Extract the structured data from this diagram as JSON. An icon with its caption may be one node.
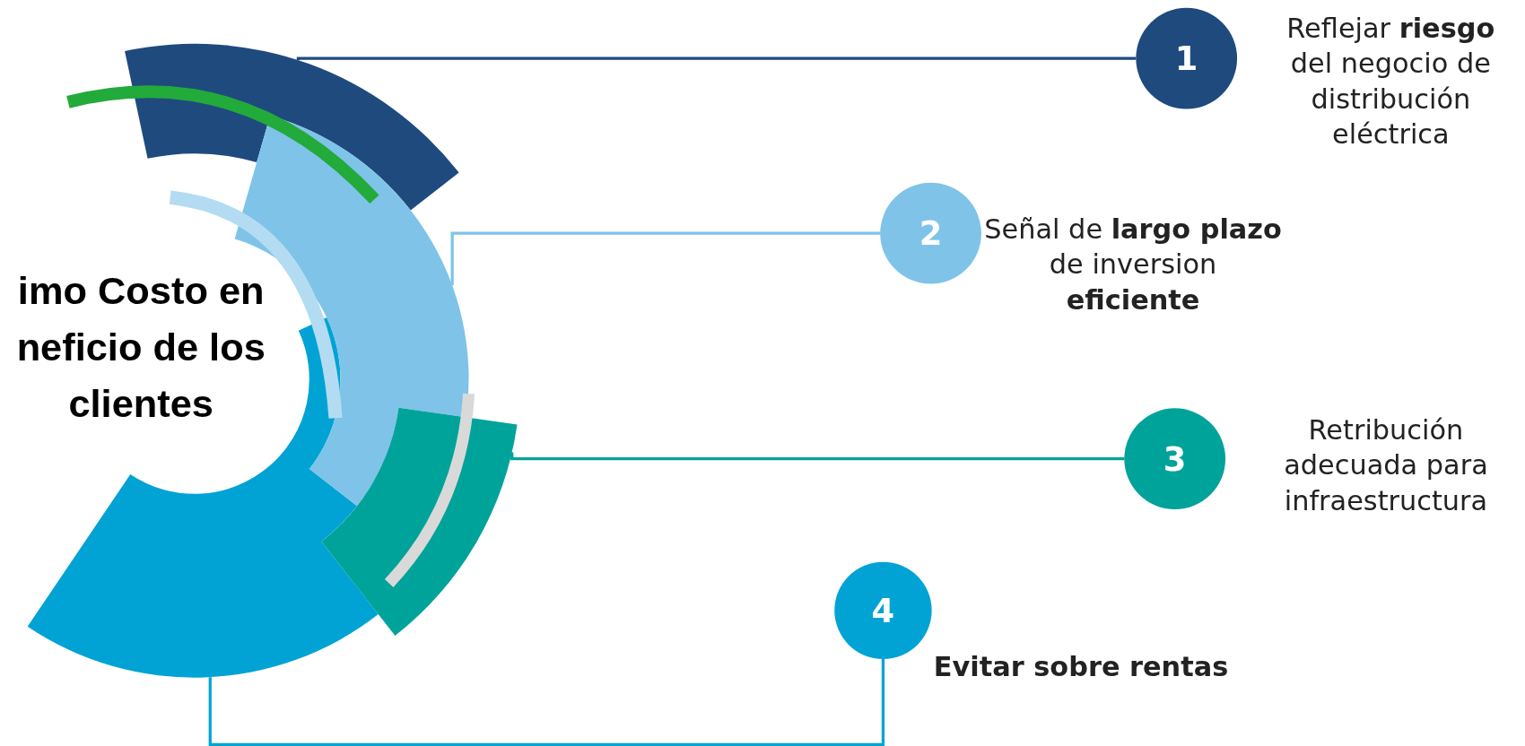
{
  "diagram": {
    "nodes": [
      {
        "text": [],
        "shape": "arc"
      },
      {
        "text": [
          "1"
        ],
        "beside": [
          "Reflejar **riesgo** del negocio de distribución eléctrica"
        ]
      },
      {
        "text": [],
        "shape": "arc"
      },
      {
        "text": [
          "2"
        ],
        "beside": [
          "Señal de **largo plazo** de inversion **eficiente**"
        ]
      },
      {
        "text": [],
        "shape": "arc"
      },
      {
        "text": [
          "3"
        ],
        "beside": [
          "Retribución adecuada para infraestructura"
        ]
      },
      {
        "text": [],
        "shape": "arc"
      },
      {
        "text": [
          "4"
        ],
        "beside": [
          "Evitar sobre rentas"
        ]
      }
    ],
    "edges": [
      {
        "from": 0,
        "to": 1,
        "arrow": "none",
        "color": "#1f4a7e"
      },
      {
        "from": 2,
        "to": 3,
        "arrow": "none",
        "color": "#7fc3e8"
      },
      {
        "from": 4,
        "to": 5,
        "arrow": "none",
        "color": "#00a39a"
      },
      {
        "from": 6,
        "to": 7,
        "arrow": "none",
        "color": "#00a3d4"
      }
    ],
    "labels": [
      "imo Costo en neficio de los clientes"
    ]
  }
}
